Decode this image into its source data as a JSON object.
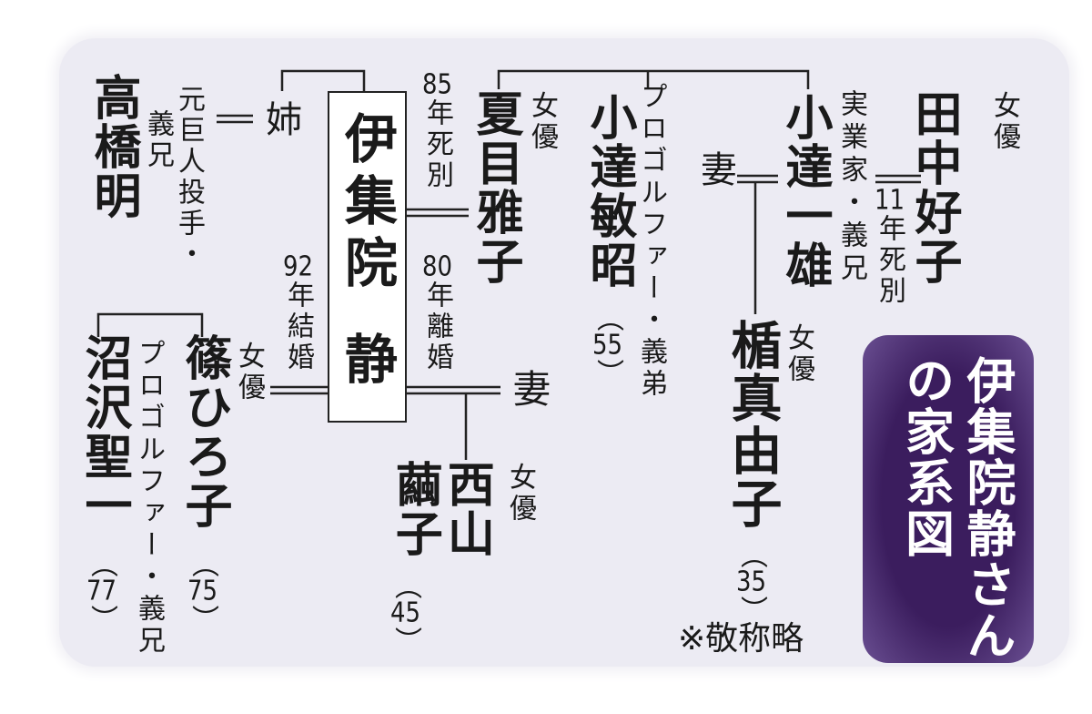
{
  "title": {
    "line1": "伊集院静さん",
    "line2": "の家系図"
  },
  "note": "※敬称略",
  "center": {
    "name_a": "伊集院",
    "name_b": "静"
  },
  "people": {
    "takahashi": {
      "name": "高橋明",
      "role_line1": "元巨人投手・",
      "role_line2": "義兄"
    },
    "sister": {
      "label": "姉"
    },
    "natsume": {
      "name": "夏目雅子",
      "role": "女優",
      "relation_year": "85",
      "relation_text": "年死別"
    },
    "toshiaki": {
      "name": "小達敏昭",
      "role": "プロゴルファー・義弟",
      "age": "55"
    },
    "kazuo": {
      "name": "小達一雄",
      "role": "実業家・義兄"
    },
    "kazuo_wife": {
      "label": "妻"
    },
    "tanaka": {
      "name": "田中好子",
      "role": "女優",
      "relation_year": "11",
      "relation_text": "年死別"
    },
    "tate": {
      "name": "楯真由子",
      "role": "女優",
      "age": "35"
    },
    "shino": {
      "name": "篠ひろ子",
      "role": "女優",
      "age": "75",
      "relation_year": "92",
      "relation_text": "年結婚"
    },
    "numazawa": {
      "name": "沼沢聖一",
      "role": "プロゴルファー・義兄",
      "age": "77"
    },
    "first_wife": {
      "label": "妻",
      "relation_year": "80",
      "relation_text": "年離婚"
    },
    "nishiyama": {
      "name": "西山繭子",
      "role": "女優",
      "age": "45"
    }
  },
  "colors": {
    "background": "#ecebf3",
    "title_box": "#3b1d5e",
    "line": "#222222"
  }
}
